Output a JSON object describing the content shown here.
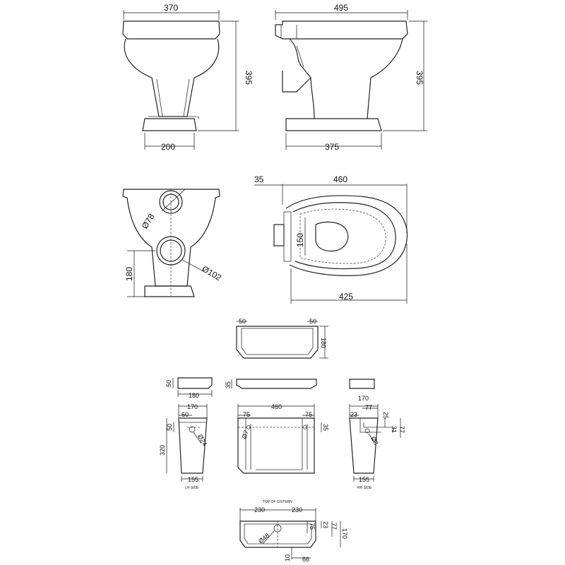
{
  "views": {
    "front": {
      "width": "370",
      "height": "395",
      "base": "200"
    },
    "side": {
      "depth": "495",
      "height": "395",
      "base": "375"
    },
    "rear": {
      "outlet_dia": "Ø78",
      "waste_dia": "Ø102",
      "waste_height": "180"
    },
    "top": {
      "offset": "35",
      "length": "460",
      "seat_width": "150",
      "base_length": "425"
    },
    "cistern_lid_top": {
      "left": "50",
      "right": "50",
      "depth": "180"
    },
    "cistern_lid_side": {
      "height": "50",
      "width": "180"
    },
    "cistern_lid_front": {
      "height": "35"
    },
    "cistern_lh": {
      "width_top": "170",
      "offset": "60",
      "height_top": "50",
      "height": "320",
      "hole_dia": "Ø24",
      "base": "155",
      "label": "LH SIDE"
    },
    "cistern_front": {
      "width": "460",
      "left": "75",
      "right": "75",
      "hole_left": "Ø7",
      "height_right": "35"
    },
    "cistern_rh": {
      "width_top": "170",
      "inner": "77",
      "left": "23",
      "h1": "25",
      "h2": "31",
      "h3": "77",
      "hole_dia": "Ø8",
      "base": "155",
      "label": "RH SIDE"
    },
    "cistern_top": {
      "title": "TOP OF CISTERN",
      "left": "230",
      "right": "230",
      "h1": "75",
      "h2": "23",
      "h3": "77",
      "depth": "170",
      "hole_dia": "Ø48",
      "bottom_left": "10",
      "bottom_right": "66"
    }
  }
}
